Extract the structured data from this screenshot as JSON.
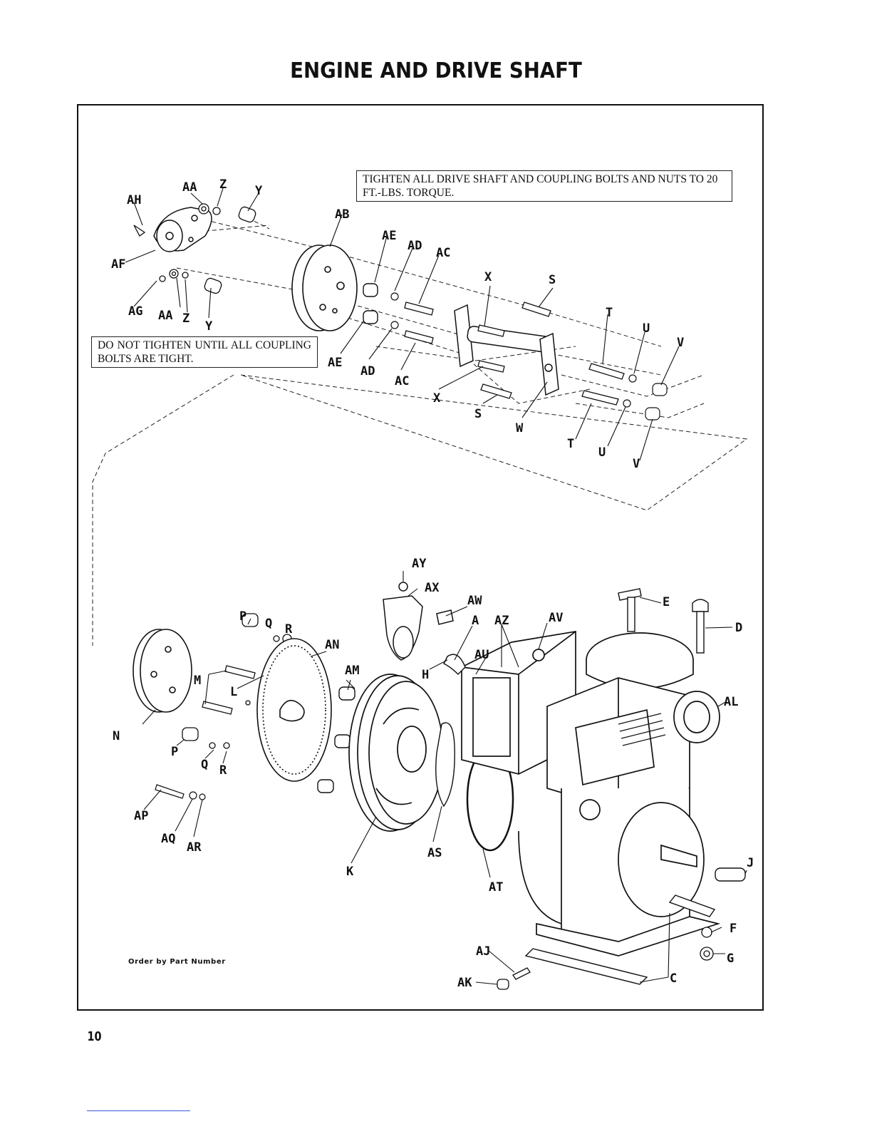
{
  "page": {
    "title": "ENGINE AND DRIVE SHAFT",
    "page_number": "10",
    "order_text": "Order by Part Number"
  },
  "notes": {
    "torque": "TIGHTEN ALL DRIVE SHAFT AND COUPLING BOLTS AND NUTS TO 20 FT.-LBS. TORQUE.",
    "coupling": "DO NOT TIGHTEN UNTIL ALL COUPLING BOLTS ARE TIGHT."
  },
  "labels": {
    "AA": "AA",
    "Z": "Z",
    "Y": "Y",
    "AH": "AH",
    "AB": "AB",
    "AF": "AF",
    "AG": "AG",
    "AE": "AE",
    "AD": "AD",
    "AC": "AC",
    "X": "X",
    "S": "S",
    "T": "T",
    "U": "U",
    "V": "V",
    "W": "W",
    "AY": "AY",
    "AX": "AX",
    "AW": "AW",
    "A": "A",
    "AZ": "AZ",
    "AV": "AV",
    "AU": "AU",
    "H": "H",
    "E": "E",
    "D": "D",
    "AL": "AL",
    "P": "P",
    "Q": "Q",
    "R": "R",
    "AN": "AN",
    "AM": "AM",
    "M": "M",
    "L": "L",
    "N": "N",
    "K": "K",
    "AS": "AS",
    "AT": "AT",
    "AP": "AP",
    "AQ": "AQ",
    "AR": "AR",
    "J": "J",
    "F": "F",
    "G": "G",
    "AJ": "AJ",
    "AK": "AK",
    "C": "C"
  }
}
